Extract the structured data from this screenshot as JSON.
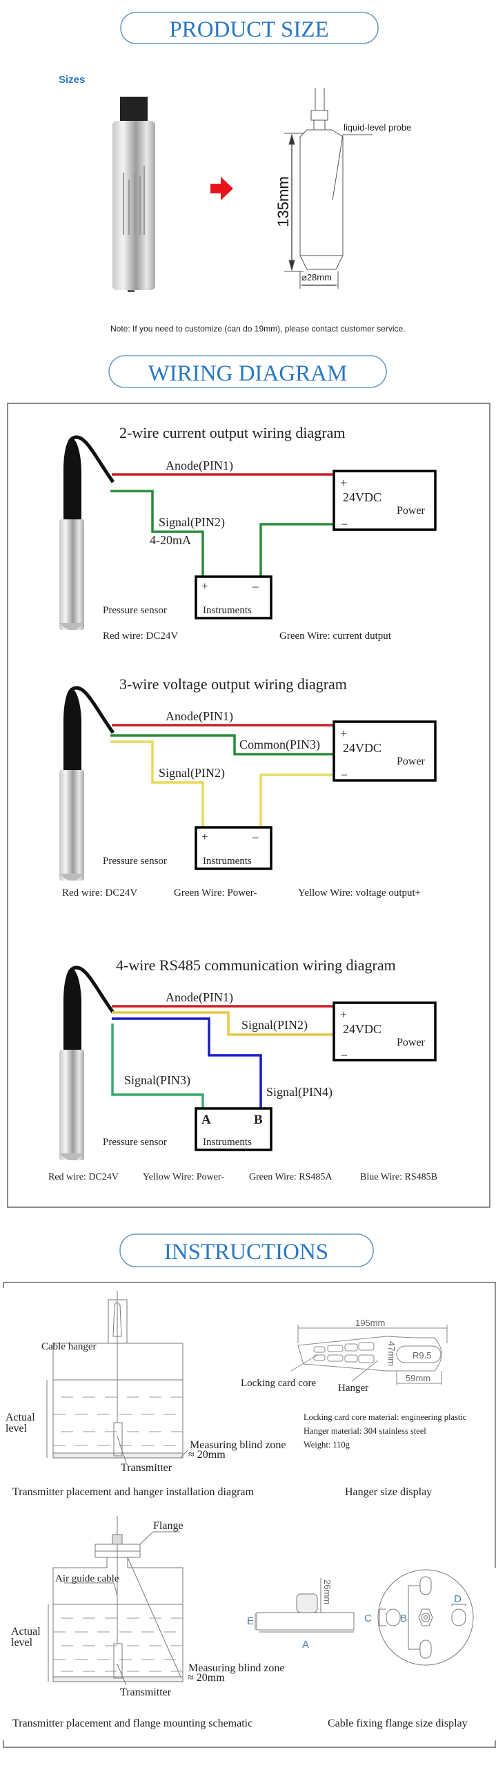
{
  "colors": {
    "accent": "#2a78c2",
    "red_wire": "#c8202a",
    "green_wire": "#2a8a3a",
    "yellow_wire": "#e6dc5c",
    "blue_wire": "#1a1ac8",
    "rs485a_wire": "#3aa870",
    "arrow": "#e8141b"
  },
  "product_size": {
    "title": "PRODUCT SIZE",
    "sizes_label": "Sizes",
    "probe_label": "liquid-level probe",
    "length": "135mm",
    "diameter": "⌀28mm",
    "note": "Note: If you need to customize (can do 19mm), please contact customer service."
  },
  "wiring": {
    "title": "WIRING DIAGRAM",
    "common": {
      "anode": "Anode(PIN1)",
      "power_plus": "+",
      "power_voltage": "24VDC",
      "power_label": "Power",
      "power_minus": "–",
      "instruments": "Instruments",
      "pressure_sensor": "Pressure sensor",
      "plus": "+",
      "minus": "–"
    },
    "d1": {
      "title": "2-wire current output wiring diagram",
      "signal": "Signal(PIN2)",
      "current": "4-20mA",
      "legend": [
        "Red wire: DC24V",
        "Green Wire: current dutput"
      ]
    },
    "d2": {
      "title": "3-wire voltage output wiring diagram",
      "common_pin": "Common(PIN3)",
      "signal": "Signal(PIN2)",
      "legend": [
        "Red wire: DC24V",
        "Green Wire: Power-",
        "Yellow Wire: voltage output+"
      ]
    },
    "d3": {
      "title": "4-wire RS485 communication wiring diagram",
      "signal2": "Signal(PIN2)",
      "signal3": "Signal(PIN3)",
      "signal4": "Signal(PIN4)",
      "terminal_a": "A",
      "terminal_b": "B",
      "legend": [
        "Red wire: DC24V",
        "Yellow Wire: Power-",
        "Green Wire: RS485A",
        "Blue Wire: RS485B"
      ]
    }
  },
  "instructions": {
    "title": "INSTRUCTIONS",
    "hanger_install": {
      "cable_hanger": "Cable hanger",
      "actual_level": [
        "Actual",
        "level"
      ],
      "blind_zone": "Measuring blind zone",
      "blind_value": "≈ 20mm",
      "transmitter": "Transmitter",
      "caption": "Transmitter placement and hanger installation diagram"
    },
    "hanger_size": {
      "width": "195mm",
      "height": "47mm",
      "radius": "R9.5",
      "end": "59mm",
      "locking_core": "Locking card core",
      "hanger": "Hanger",
      "specs": [
        "Locking card core material: engineering plastic",
        "Hanger material: 304 stainless steel",
        "Weight: 110g"
      ],
      "caption": "Hanger size display"
    },
    "flange_install": {
      "flange": "Flange",
      "air_cable": "Air guide cable",
      "actual_level": [
        "Actual",
        "level"
      ],
      "blind_zone": "Measuring blind zone",
      "blind_value": "≈ 20mm",
      "transmitter": "Transmitter",
      "caption": "Transmitter placement and flange mounting schematic"
    },
    "flange_size": {
      "height": "26mm",
      "a": "A",
      "b": "B",
      "c": "C",
      "d": "D",
      "e": "E",
      "caption": "Cable fixing flange size display"
    }
  }
}
